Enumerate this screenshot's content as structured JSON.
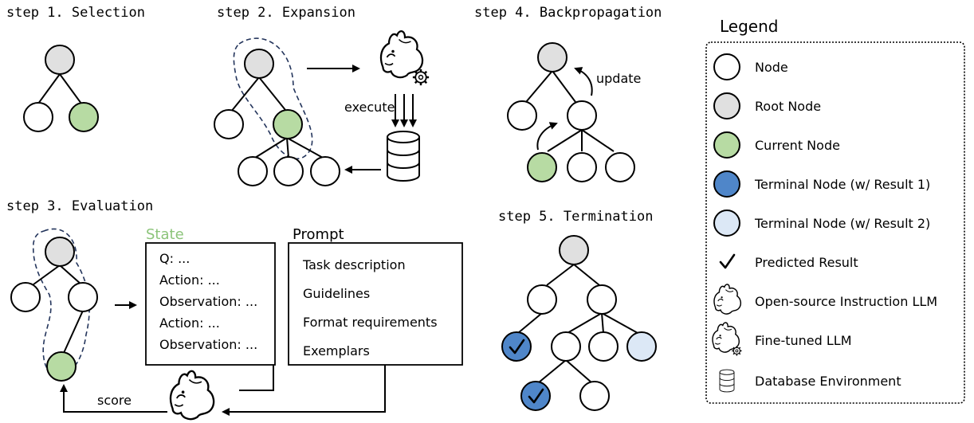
{
  "steps": {
    "s1": "step 1. Selection",
    "s2": "step 2. Expansion",
    "s3": "step 3. Evaluation",
    "s4": "step 4. Backpropagation",
    "s5": "step 5. Termination"
  },
  "labels": {
    "execute": "execute",
    "update": "update",
    "score": "score"
  },
  "state_box": {
    "title": "State",
    "lines": [
      "Q: ...",
      "Action: ...",
      "Observation: ...",
      "Action: ...",
      "Observation: ..."
    ]
  },
  "prompt_box": {
    "title": "Prompt",
    "lines": [
      "Task description",
      "Guidelines",
      "Format requirements",
      "Exemplars"
    ]
  },
  "legend": {
    "title": "Legend",
    "items": [
      {
        "icon": "node",
        "label": "Node"
      },
      {
        "icon": "root-node",
        "label": "Root Node"
      },
      {
        "icon": "current-node",
        "label": "Current Node"
      },
      {
        "icon": "terminal-node-1",
        "label": "Terminal Node (w/ Result 1)"
      },
      {
        "icon": "terminal-node-2",
        "label": "Terminal Node (w/ Result 2)"
      },
      {
        "icon": "check",
        "label": "Predicted Result"
      },
      {
        "icon": "llama",
        "label": "Open-source Instruction LLM"
      },
      {
        "icon": "llama-gear",
        "label": "Fine-tuned LLM"
      },
      {
        "icon": "database",
        "label": "Database Environment"
      }
    ]
  },
  "colors": {
    "node": "#ffffff",
    "root": "#e0e0e0",
    "current": "#b7dba3",
    "terminal1": "#4f86c9",
    "terminal2": "#dce8f6",
    "state_title": "#8cc47a",
    "dashed_outline": "#24355c"
  }
}
